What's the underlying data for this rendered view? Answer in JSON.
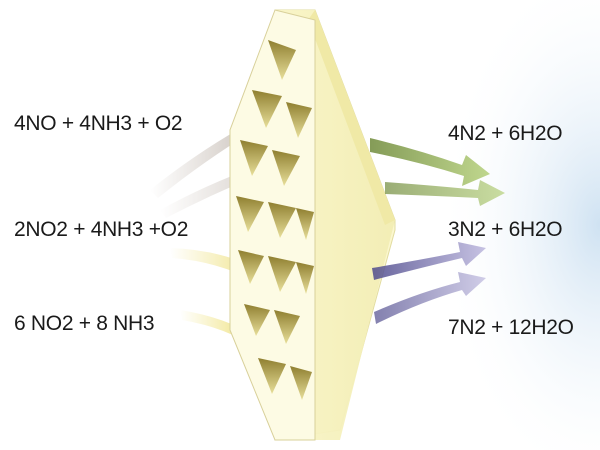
{
  "reactants": [
    {
      "text": "4NO + 4NH3 + O2",
      "arrow_color": "#b8aba0"
    },
    {
      "text": "2NO2 + 4NH3 +O2",
      "arrow_color": "#e8d85a"
    },
    {
      "text": "6 NO2 + 8 NH3",
      "arrow_color": "#e9d84a"
    }
  ],
  "products": [
    {
      "text": "4N2 + 6H2O",
      "arrow_color": "#9cb66a"
    },
    {
      "text": "3N2 + 6H2O",
      "arrow_color": "#8c86b8"
    },
    {
      "text": "7N2 + 12H2O",
      "arrow_color": "#a49ec8"
    }
  ],
  "colors": {
    "catalyst_face": "#f6f2c0",
    "catalyst_side": "#fbf7cf",
    "catalyst_cell": "#b9a85a",
    "background_glow": "#dbeaf5"
  }
}
